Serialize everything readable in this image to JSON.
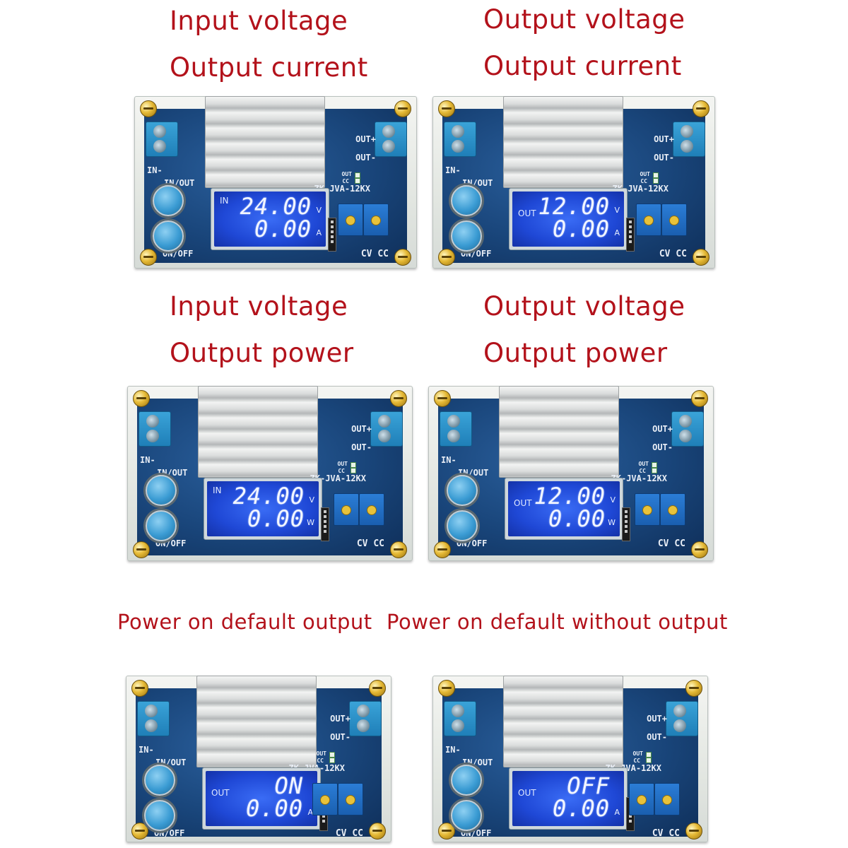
{
  "captions": {
    "p1": [
      "Input voltage",
      "Output current"
    ],
    "p2": [
      "Output voltage",
      "Output current"
    ],
    "p3": [
      "Input voltage",
      "Output power"
    ],
    "p4": [
      "Output voltage",
      "Output power"
    ],
    "p5": [
      "Power on default output"
    ],
    "p6": [
      "Power on default without output"
    ]
  },
  "board": {
    "model": "ZK-JVA-12KX",
    "in_minus": "IN-",
    "in_out": "IN/OUT",
    "on_off": "ON/OFF",
    "out_plus": "OUT+",
    "out_minus": "OUT-",
    "led_out": "OUT",
    "led_cc": "CC",
    "cv_cc": "CV CC"
  },
  "displays": [
    {
      "mode": "IN",
      "line1": "24.00",
      "unit1": "V",
      "line2": "0.00",
      "unit2": "A"
    },
    {
      "mode": "OUT",
      "line1": "12.00",
      "unit1": "V",
      "line2": "0.00",
      "unit2": "A"
    },
    {
      "mode": "IN",
      "line1": "24.00",
      "unit1": "V",
      "line2": "0.00",
      "unit2": "W"
    },
    {
      "mode": "OUT",
      "line1": "12.00",
      "unit1": "V",
      "line2": "0.00",
      "unit2": "W"
    },
    {
      "mode": "OUT",
      "line1": "ON",
      "unit1": "",
      "line2": "0.00",
      "unit2": "A"
    },
    {
      "mode": "OUT",
      "line1": "OFF",
      "unit1": "",
      "line2": "0.00",
      "unit2": "A"
    }
  ],
  "colors": {
    "caption": "#b3121b",
    "pcb": "#19457a",
    "lcd": "#1f48d6",
    "terminal": "#1f7fb8"
  }
}
